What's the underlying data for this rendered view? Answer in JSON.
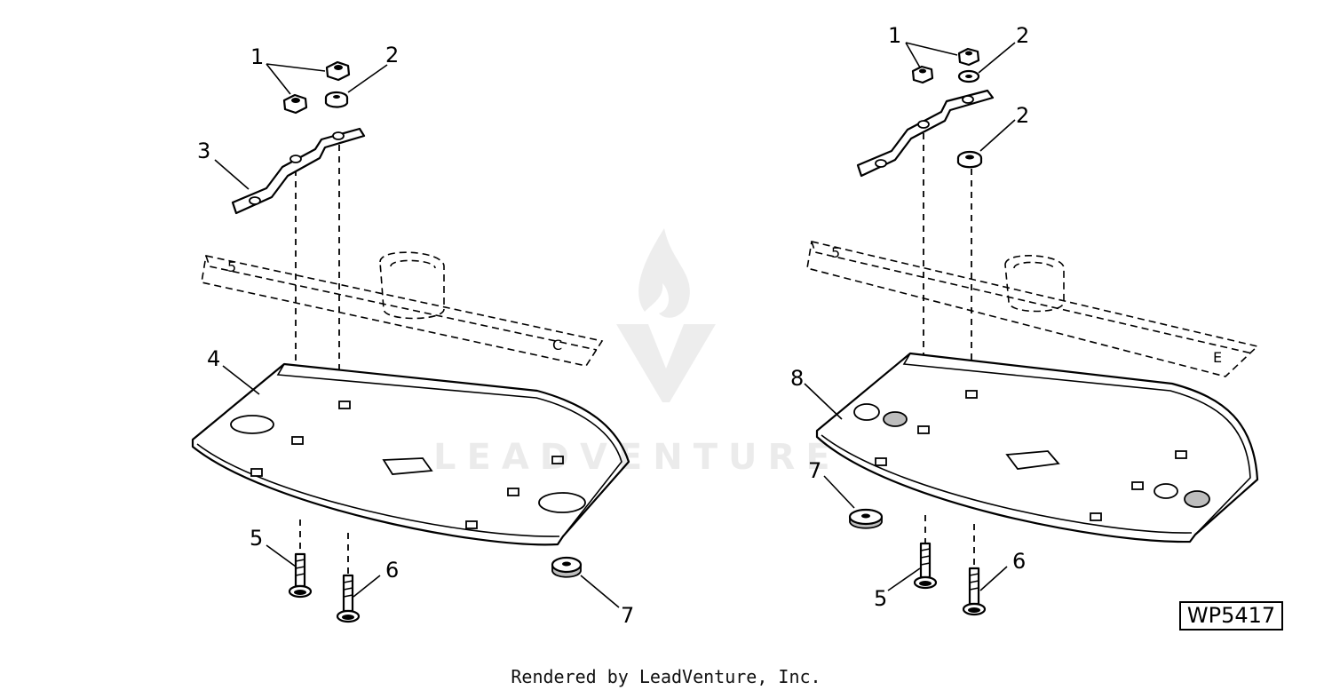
{
  "callouts": {
    "left": {
      "c1": "1",
      "c2": "2",
      "c3": "3",
      "c4": "4",
      "c5": "5",
      "c6": "6",
      "c7": "7"
    },
    "right": {
      "c1": "1",
      "c2a": "2",
      "c2b": "2",
      "c5": "5",
      "c6": "6",
      "c7": "7",
      "c8": "8"
    }
  },
  "figure_code": "WP5417",
  "credit": "Rendered by LeadVenture, Inc.",
  "watermark": "LEADVENTURE"
}
